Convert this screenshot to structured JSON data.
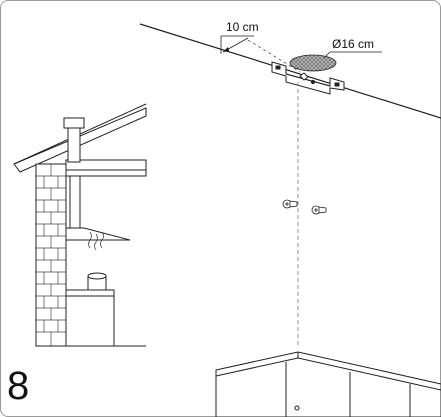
{
  "step": {
    "number": "8"
  },
  "dimensions": {
    "offset_label": "10 cm",
    "duct_diameter_label": "Ø16 cm"
  },
  "icons": {
    "house_inset": "house-with-chimney-hood-icon",
    "screw": "screw-icon",
    "bracket": "ceiling-bracket-icon",
    "duct_hole": "duct-hole-icon"
  }
}
